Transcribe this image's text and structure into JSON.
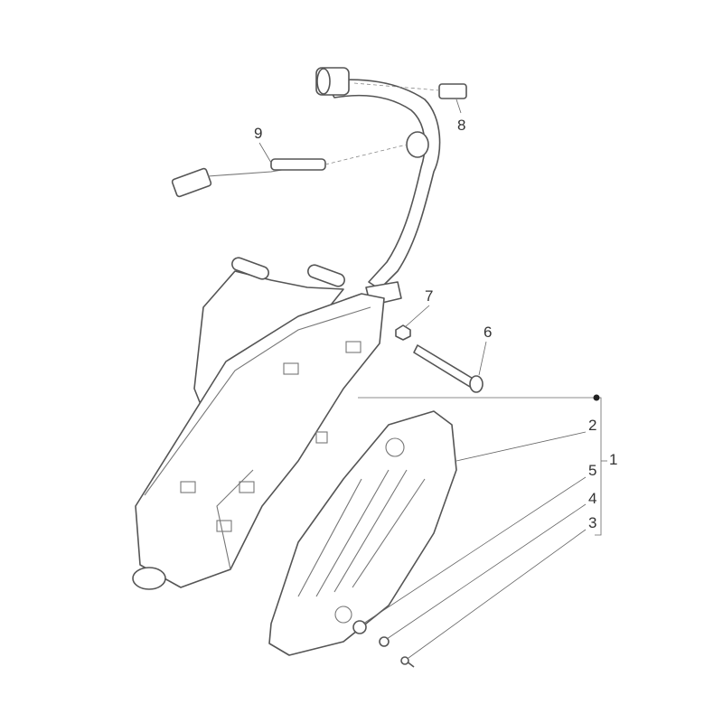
{
  "diagram": {
    "type": "exploded parts view",
    "callouts": [
      {
        "id": "label-1",
        "text": "1"
      },
      {
        "id": "label-2",
        "text": "2"
      },
      {
        "id": "label-3",
        "text": "3"
      },
      {
        "id": "label-4",
        "text": "4"
      },
      {
        "id": "label-5",
        "text": "5"
      },
      {
        "id": "label-6",
        "text": "6"
      },
      {
        "id": "label-7",
        "text": "7"
      },
      {
        "id": "label-8",
        "text": "8"
      },
      {
        "id": "label-9",
        "text": "9"
      }
    ]
  },
  "colors": {
    "line": "#555555",
    "background": "#ffffff"
  }
}
